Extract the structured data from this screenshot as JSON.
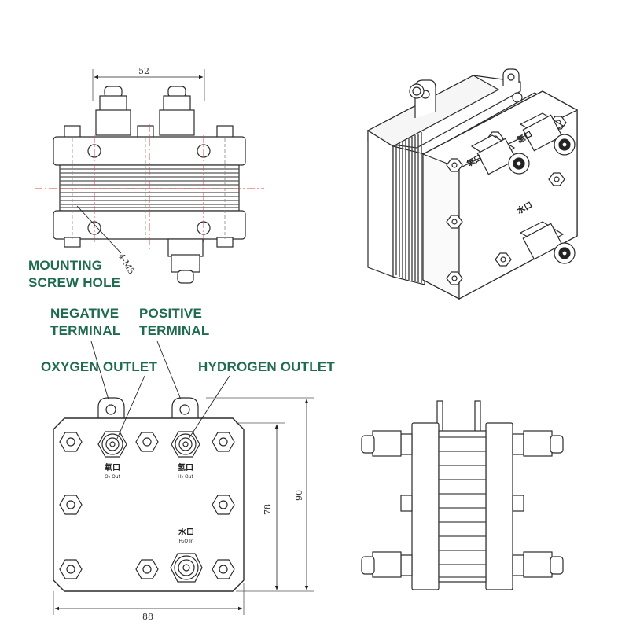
{
  "callouts": {
    "mounting_hole": [
      "MOUNTING",
      "SCREW HOLE"
    ],
    "negative_terminal": [
      "NEGATIVE",
      "TERMINAL"
    ],
    "positive_terminal": [
      "POSITIVE",
      "TERMINAL"
    ],
    "oxygen_outlet": "OXYGEN OUTLET",
    "hydrogen_outlet": "HYDROGEN OUTLET"
  },
  "dimensions": {
    "top_width": "52",
    "screw_spec": "4-M5",
    "height_inner": "78",
    "height_outer": "90",
    "bottom_width": "88"
  },
  "port_labels": {
    "oxygen_cn": "氧口",
    "oxygen_en": "O₂ Out",
    "hydrogen_cn": "氢口",
    "hydrogen_en": "H₂ Out",
    "water_cn": "水口",
    "water_en": "H₂O In"
  },
  "colors": {
    "callout_text": "#1e6b4f",
    "line": "#2a2a2a",
    "center_line": "#e0403a"
  }
}
